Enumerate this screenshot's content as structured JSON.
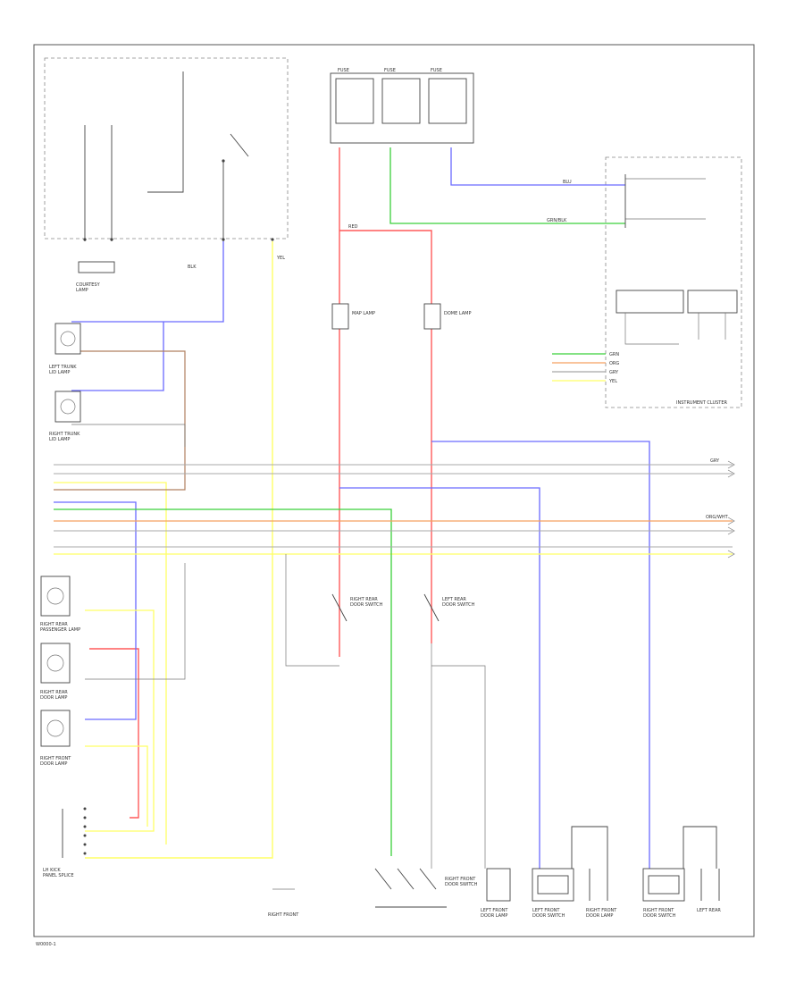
{
  "page": {
    "footer_code": "W0000-1"
  },
  "colors": {
    "red": "#ff5a5a",
    "blue": "#6a6aff",
    "green": "#3ad03a",
    "yellow": "#ffff66",
    "orange": "#f5a060",
    "gray": "#a8a8a8",
    "black": "#444444",
    "brown": "#b08060"
  },
  "labels": {
    "cluster": "INSTRUMENT CLUSTER",
    "left_trunk_lamp": "LEFT TRUNK\nLID LAMP",
    "right_trunk_lamp": "RIGHT TRUNK\nLID LAMP",
    "front_courtesy": "COURTESY\nLAMP",
    "rear_pass_lamp": "RIGHT REAR\nPASSENGER LAMP",
    "rear_door_lamp": "RIGHT REAR\nDOOR LAMP",
    "right_door_lamp": "RIGHT FRONT\nDOOR LAMP",
    "lh_kick": "LH KICK\nPANEL SPLICE",
    "rear_door_sw": "RIGHT REAR\nDOOR SWITCH",
    "left_door_sw": "LEFT REAR\nDOOR SWITCH",
    "front_door_sw": "RIGHT FRONT\nDOOR SWITCH",
    "lf_door_lamp": "LEFT FRONT\nDOOR LAMP",
    "lf_door_sw": "LEFT FRONT\nDOOR SWITCH",
    "rf_door_lamp": "RIGHT FRONT\nDOOR LAMP",
    "rf_door_sw": "RIGHT FRONT\nDOOR SWITCH",
    "map_lamp": "MAP LAMP",
    "dome_lamp": "DOME LAMP",
    "fuse_1": "FUSE",
    "fuse_2": "FUSE",
    "fuse_3": "FUSE",
    "wire_top": "RED",
    "wire_grn": "GRN/BLK",
    "wire_blu": "BLU",
    "wire_yel": "YEL",
    "wire_blk": "BLK",
    "wire_gry": "GRY",
    "wire_org": "ORG/WHT",
    "led_labels": [
      "GRN",
      "ORG",
      "GRY",
      "YEL"
    ]
  }
}
